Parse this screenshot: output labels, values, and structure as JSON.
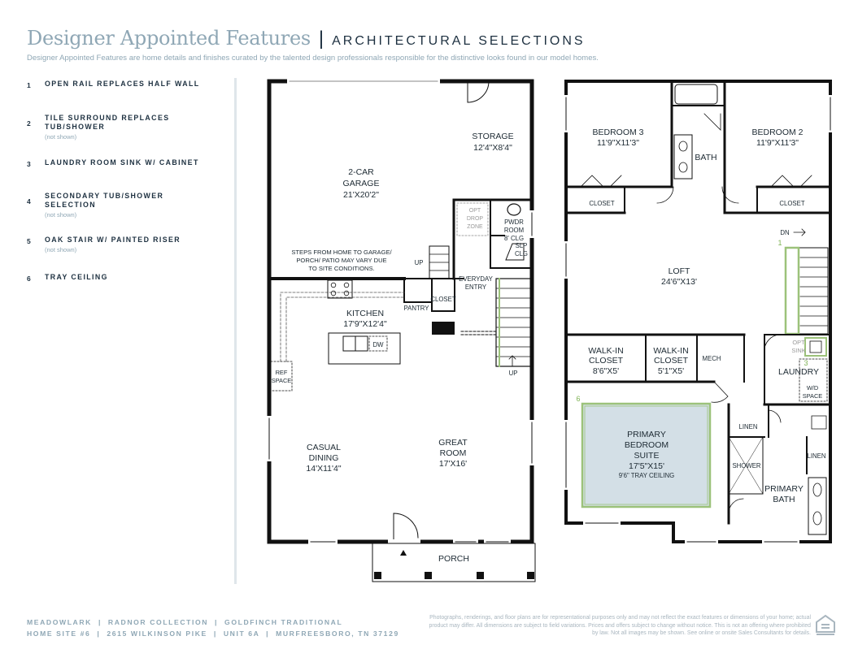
{
  "header": {
    "title": "Designer Appointed Features",
    "separator": "|",
    "subtitle": "ARCHITECTURAL SELECTIONS",
    "description": "Designer Appointed Features are home details and finishes curated by the talented design professionals responsible for the distinctive looks found in our model homes."
  },
  "features": [
    {
      "num": "1",
      "label": "OPEN RAIL REPLACES HALF WALL",
      "note": ""
    },
    {
      "num": "2",
      "label": "TILE SURROUND REPLACES TUB/SHOWER",
      "note": "(not shown)"
    },
    {
      "num": "3",
      "label": "LAUNDRY ROOM SINK W/ CABINET",
      "note": ""
    },
    {
      "num": "4",
      "label": "SECONDARY TUB/SHOWER SELECTION",
      "note": "(not shown)"
    },
    {
      "num": "5",
      "label": "OAK STAIR W/ PAINTED RISER",
      "note": "(not shown)"
    },
    {
      "num": "6",
      "label": "TRAY CEILING",
      "note": ""
    }
  ],
  "plan1": {
    "storage": [
      "STORAGE",
      "12'4\"X8'4\""
    ],
    "garage": [
      "2-CAR",
      "GARAGE",
      "21'X20'2\""
    ],
    "garage_note": [
      "STEPS FROM HOME TO GARAGE/",
      "PORCH/ PATIO MAY VARY DUE",
      "TO SITE CONDITIONS."
    ],
    "opt_drop": [
      "OPT",
      "DROP",
      "ZONE"
    ],
    "pwdr": [
      "PWDR",
      "ROOM",
      "8' CLG"
    ],
    "slp": [
      "SLP",
      "CLG"
    ],
    "everyday": [
      "EVERYDAY",
      "ENTRY"
    ],
    "closet": "CLOSET",
    "pantry": "PANTRY",
    "kitchen": [
      "KITCHEN",
      "17'9\"X12'4\""
    ],
    "dw": "DW",
    "ref": [
      "REF",
      "SPACE"
    ],
    "up1": "UP",
    "up2": "UP",
    "casual": [
      "CASUAL",
      "DINING",
      "14'X11'4\""
    ],
    "great": [
      "GREAT",
      "ROOM",
      "17'X16'"
    ],
    "porch": "PORCH"
  },
  "plan2": {
    "bed3": [
      "BEDROOM 3",
      "11'9\"X11'3\""
    ],
    "bed2": [
      "BEDROOM 2",
      "11'9\"X11'3\""
    ],
    "bath": "BATH",
    "closet_a": "CLOSET",
    "closet_b": "CLOSET",
    "dn": "DN",
    "loft": [
      "LOFT",
      "24'6\"X13'"
    ],
    "wic1": [
      "WALK-IN",
      "CLOSET",
      "8'6\"X5'"
    ],
    "wic2": [
      "WALK-IN",
      "CLOSET",
      "5'1\"X5'"
    ],
    "mech": "MECH",
    "opt_sink": [
      "OPT",
      "SINK"
    ],
    "laundry": "LAUNDRY",
    "wd": [
      "W/D",
      "SPACE"
    ],
    "primary": [
      "PRIMARY",
      "BEDROOM",
      "SUITE",
      "17'5\"X15'",
      "9'6\" TRAY CEILING"
    ],
    "linen_a": "LINEN",
    "linen_b": "LINEN",
    "shower": "SHOWER",
    "pbath": [
      "PRIMARY",
      "BATH"
    ],
    "marker1": "1",
    "marker3": "3",
    "marker6": "6"
  },
  "footer": {
    "line1": "MEADOWLARK  |  RADNOR COLLECTION  |  GOLDFINCH TRADITIONAL",
    "line2": "HOME SITE #6  |  2615 WILKINSON PIKE  |  UNIT 6A  |  MURFREESBORO, TN 37129",
    "disclaimer": "Photographs, renderings, and floor plans are for representational purposes only and may not reflect the exact features or dimensions of your home; actual product may differ. All dimensions are subject to field variations. Prices and offers subject to change without notice. This is not an offering where prohibited by law. Not all images may be shown. See online or onsite Sales Consultants for details."
  },
  "colors": {
    "accent": "#8fa7b5",
    "navy": "#1d3040",
    "highlight": "#9cc27a",
    "tray": "#d3dfe6"
  },
  "icons": [
    "equal-housing-opportunity-icon"
  ]
}
